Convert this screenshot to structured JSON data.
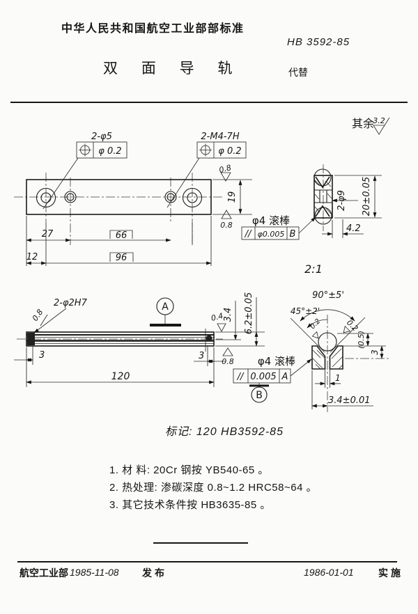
{
  "header": {
    "org": "中华人民共和国航空工业部部标准",
    "doc_no": "HB 3592-85",
    "title": "双 面 导 轨",
    "replaces": "代替"
  },
  "finish_general": {
    "label": "其余",
    "value": "3.2"
  },
  "top_view": {
    "callout_holes": "2-φ5",
    "callout_holes_tol": "φ 0.2",
    "callout_thread": "2-M4-7H",
    "callout_thread_tol": "φ 0.2",
    "finish_top": "0.8",
    "finish_bottom": "0.8",
    "dim_19": "19",
    "dim_27": "27",
    "dim_66": "66",
    "dim_12": "12",
    "dim_96": "96"
  },
  "end_view": {
    "roller_note": "φ4 滚棒",
    "fcf_symbol": "//",
    "fcf_tol": "φ0.005",
    "fcf_datum": "B",
    "dim_holes": "2-φ9",
    "dim_height": "20±0.05",
    "dim_offset": "4.2",
    "scale": "2:1"
  },
  "front_view": {
    "callout_pins": "2-φ2H7",
    "finish_left": "0.8",
    "datum_a": "A",
    "finish_04": "0.4",
    "dim_34": "3.4",
    "dim_height": "6.2±0.05",
    "finish_bottom": "0.8",
    "dim_3_left": "3",
    "dim_3_right": "3",
    "dim_120": "120",
    "roller_note": "φ4 滚棒",
    "fcf_symbol": "//",
    "fcf_tol": "0.005",
    "fcf_datum": "A",
    "datum_b": "B"
  },
  "detail_view": {
    "angle_90": "90°±5'",
    "angle_45": "45°±2'",
    "finish_left": "0.2",
    "finish_right": "0.2",
    "dim_05": "(0.5)",
    "dim_3": "3",
    "dim_1": "1",
    "dim_34": "3.4±0.01"
  },
  "marking": "标记: 120  HB3592-85",
  "notes": [
    "1.  材 料: 20Cr 钢按 YB540-65 。",
    "2.  热处理: 渗碳深度 0.8~1.2  HRC58~64 。",
    "3.  其它技术条件按 HB3635-85 。"
  ],
  "footer": {
    "org": "航空工业部",
    "issue_date": "1985-11-08",
    "issue_label": "发布",
    "impl_date": "1986-01-01",
    "impl_label": "实施"
  }
}
